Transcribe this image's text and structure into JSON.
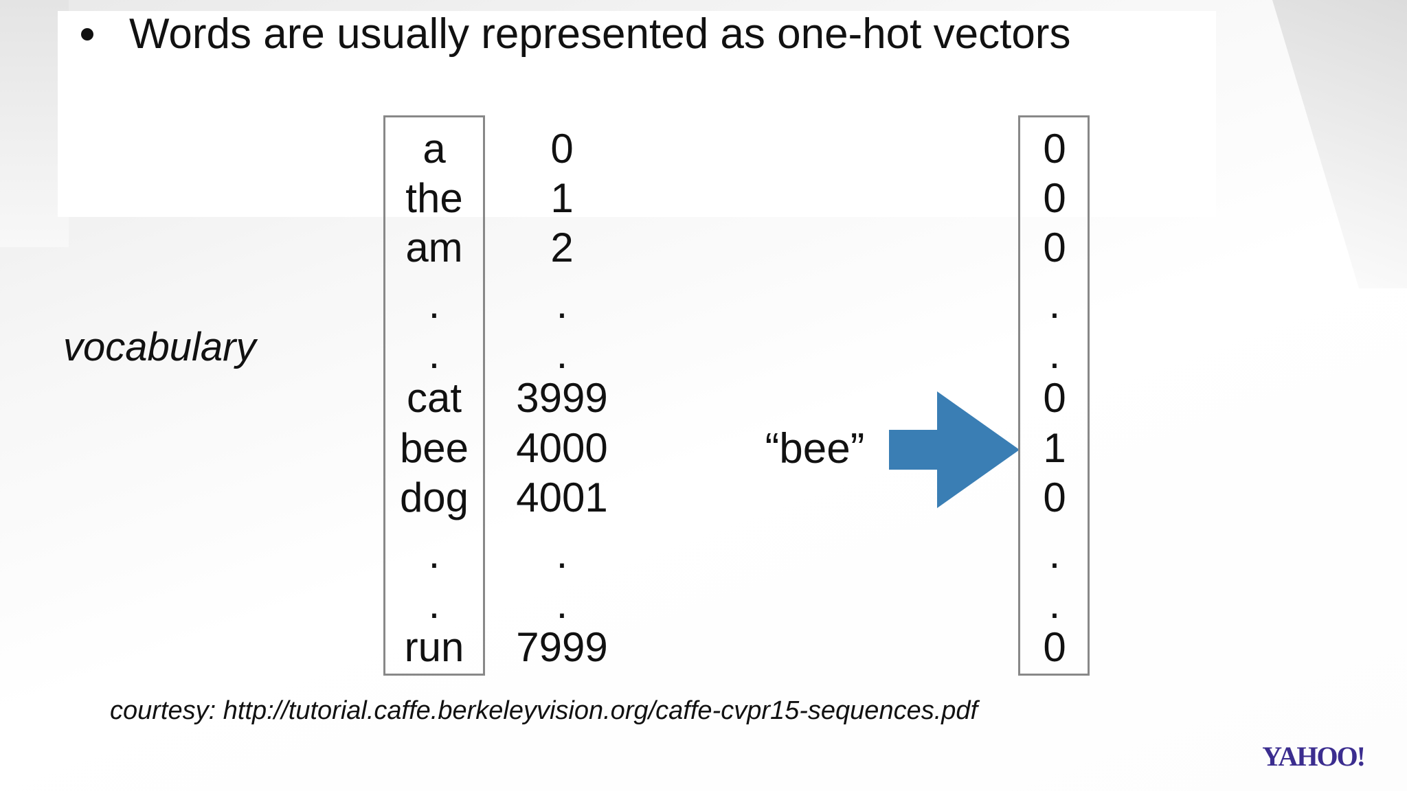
{
  "slide": {
    "bullet_text": "Words are usually represented as one-hot vectors",
    "vocab_label": "vocabulary",
    "vocabulary": [
      {
        "word": "a",
        "index": "0"
      },
      {
        "word": "the",
        "index": "1"
      },
      {
        "word": "am",
        "index": "2"
      },
      {
        "word": ".",
        "index": "."
      },
      {
        "word": ".",
        "index": "."
      },
      {
        "word": "cat",
        "index": "3999"
      },
      {
        "word": "bee",
        "index": "4000"
      },
      {
        "word": "dog",
        "index": "4001"
      },
      {
        "word": ".",
        "index": "."
      },
      {
        "word": ".",
        "index": "."
      },
      {
        "word": "run",
        "index": "7999"
      }
    ],
    "one_hot": [
      "0",
      "0",
      "0",
      ".",
      ".",
      "0",
      "1",
      "0",
      ".",
      ".",
      "0"
    ],
    "input_word": "“bee”",
    "courtesy": "courtesy: http://tutorial.caffe.berkeleyvision.org/caffe-cvpr15-sequences.pdf",
    "logo": "YAHOO!",
    "arrow_color": "#3a7eb4",
    "box_border_color": "#888888"
  }
}
